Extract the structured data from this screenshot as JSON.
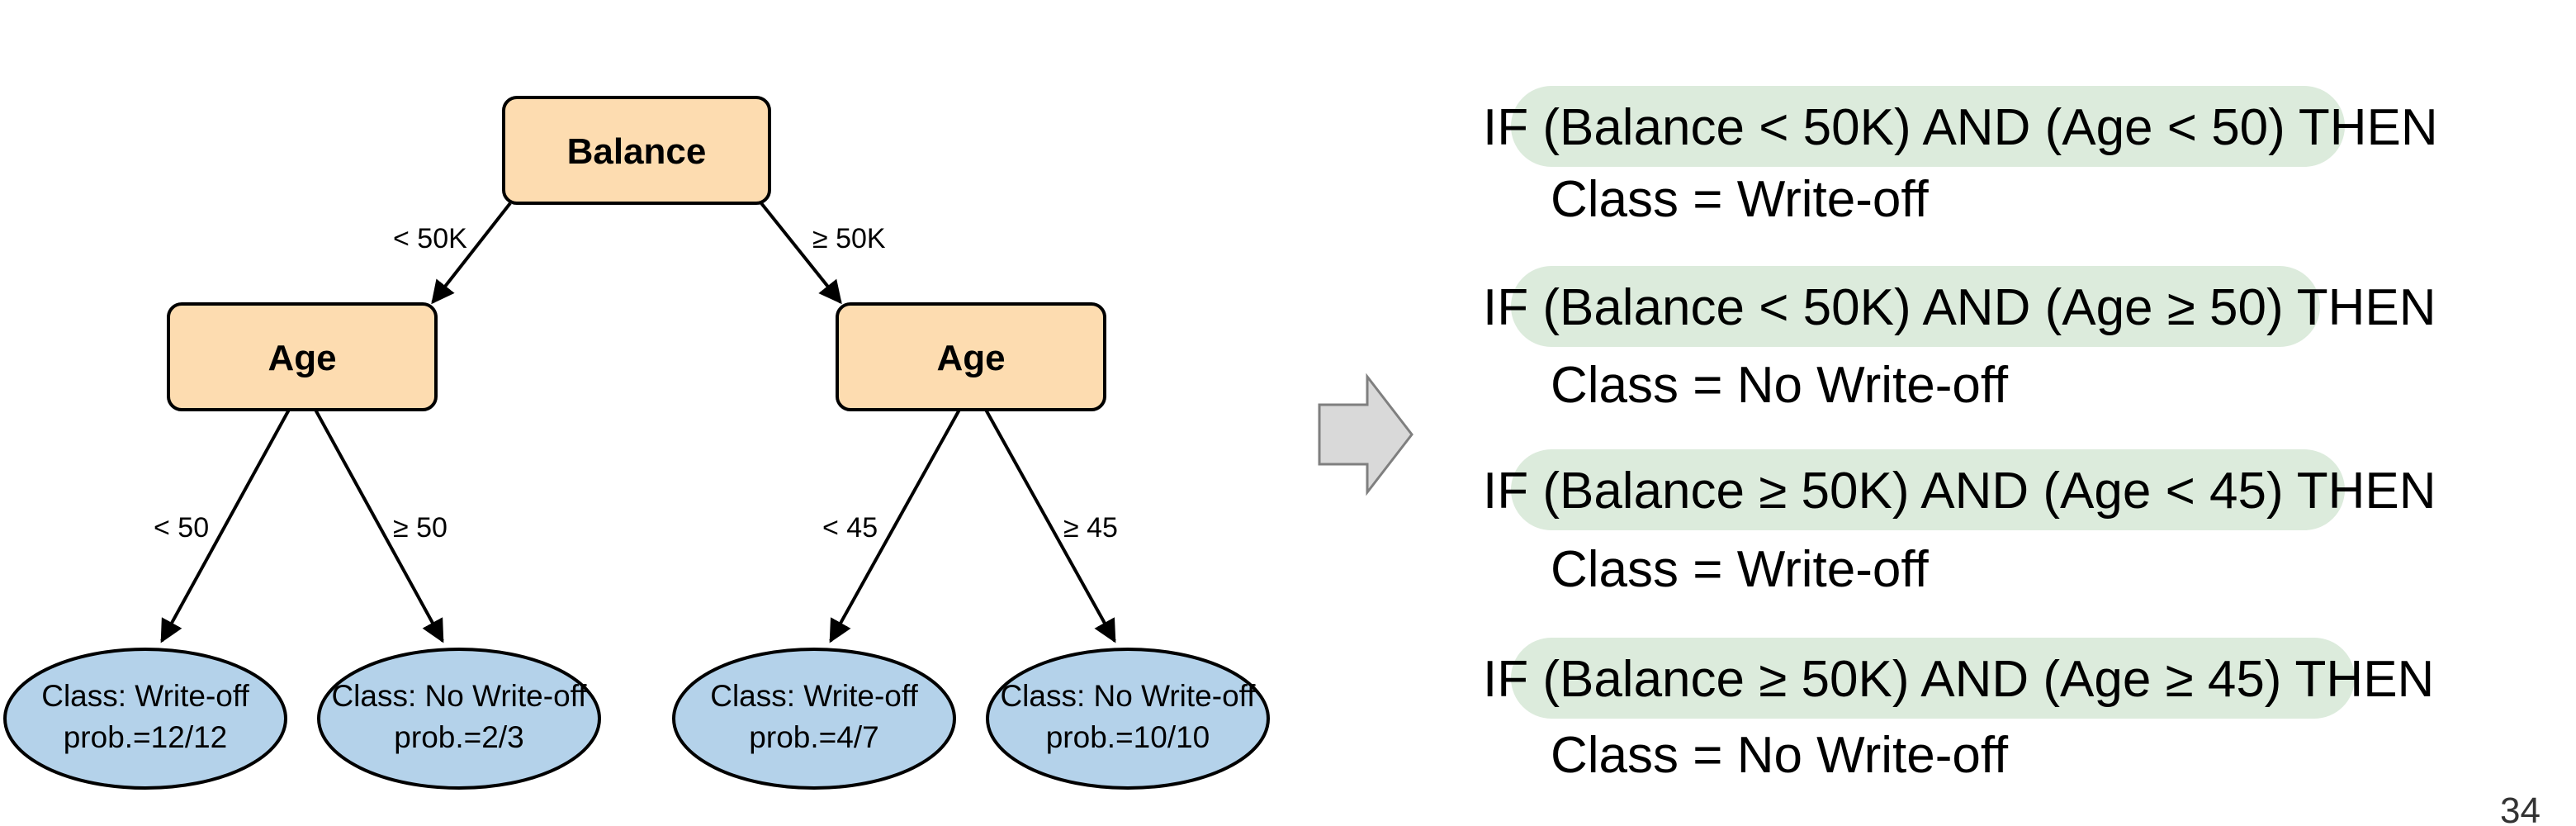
{
  "tree": {
    "root": {
      "label": "Balance"
    },
    "edges": {
      "root_left": "< 50K",
      "root_right": "≥ 50K",
      "left_left": "< 50",
      "left_right": "≥ 50",
      "right_left": "< 45",
      "right_right": "≥ 45"
    },
    "left_node": {
      "label": "Age"
    },
    "right_node": {
      "label": "Age"
    },
    "leaves": [
      {
        "class_text": "Class: Write-off",
        "prob_text": "prob.=12/12"
      },
      {
        "class_text": "Class: No Write-off",
        "prob_text": "prob.=2/3"
      },
      {
        "class_text": "Class: Write-off",
        "prob_text": "prob.=4/7"
      },
      {
        "class_text": "Class: No Write-off",
        "prob_text": "prob.=10/10"
      }
    ]
  },
  "rules": [
    {
      "condition": "IF (Balance < 50K) AND (Age < 50) THEN",
      "result": "Class = Write-off"
    },
    {
      "condition": "IF (Balance < 50K) AND (Age ≥ 50) THEN",
      "result": "Class = No Write-off"
    },
    {
      "condition": "IF (Balance ≥ 50K) AND (Age < 45) THEN",
      "result": "Class = Write-off"
    },
    {
      "condition": "IF (Balance ≥ 50K) AND (Age ≥ 45) THEN",
      "result": "Class = No Write-off"
    }
  ],
  "slide_number": "34",
  "colors": {
    "node_fill": "#fddcb0",
    "leaf_fill": "#b4d2ea",
    "rule_highlight": "#dcebdc",
    "arrow_fill": "#d9d9d9",
    "arrow_stroke": "#7f7f7f"
  }
}
